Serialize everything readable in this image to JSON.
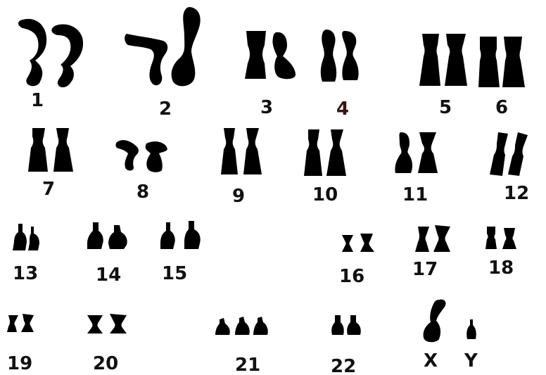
{
  "karyotype": {
    "ink_color": "#000000",
    "label_color": "#111111",
    "label_color_alt": "#3a1212",
    "groups": [
      {
        "id": "1",
        "label": "1",
        "chromosome_count": 2
      },
      {
        "id": "2",
        "label": "2",
        "chromosome_count": 2
      },
      {
        "id": "3",
        "label": "3",
        "chromosome_count": 2
      },
      {
        "id": "4",
        "label": "4",
        "chromosome_count": 2
      },
      {
        "id": "5",
        "label": "5",
        "chromosome_count": 2
      },
      {
        "id": "6",
        "label": "6",
        "chromosome_count": 2
      },
      {
        "id": "7",
        "label": "7",
        "chromosome_count": 2
      },
      {
        "id": "8",
        "label": "8",
        "chromosome_count": 2
      },
      {
        "id": "9",
        "label": "9",
        "chromosome_count": 2
      },
      {
        "id": "10",
        "label": "10",
        "chromosome_count": 2
      },
      {
        "id": "11",
        "label": "11",
        "chromosome_count": 2
      },
      {
        "id": "12",
        "label": "12",
        "chromosome_count": 2
      },
      {
        "id": "13",
        "label": "13",
        "chromosome_count": 2
      },
      {
        "id": "14",
        "label": "14",
        "chromosome_count": 2
      },
      {
        "id": "15",
        "label": "15",
        "chromosome_count": 2
      },
      {
        "id": "16",
        "label": "16",
        "chromosome_count": 2
      },
      {
        "id": "17",
        "label": "17",
        "chromosome_count": 2
      },
      {
        "id": "18",
        "label": "18",
        "chromosome_count": 2
      },
      {
        "id": "19",
        "label": "19",
        "chromosome_count": 2
      },
      {
        "id": "20",
        "label": "20",
        "chromosome_count": 2
      },
      {
        "id": "21",
        "label": "21",
        "chromosome_count": 3
      },
      {
        "id": "22",
        "label": "22",
        "chromosome_count": 2
      },
      {
        "id": "X",
        "label": "X",
        "chromosome_count": 1
      },
      {
        "id": "Y",
        "label": "Y",
        "chromosome_count": 1
      }
    ]
  }
}
